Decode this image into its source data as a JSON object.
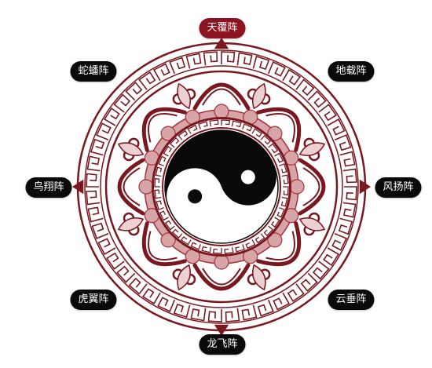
{
  "formations": {
    "top": "天覆阵",
    "top_left": "蛇蟠阵",
    "top_right": "地载阵",
    "left": "鸟翔阵",
    "right": "风扬阵",
    "bottom_left": "虎翼阵",
    "bottom_right": "云垂阵",
    "bottom": "龙飞阵"
  },
  "active_formation": "天覆阵",
  "colors": {
    "dark_red": "#7a1820",
    "mid_red": "#a4323a",
    "pink": "#d7a4a8",
    "light_pink": "#ecd0d2",
    "black": "#0a0a0a",
    "white": "#ffffff"
  },
  "icons": {
    "center": "yin-yang-icon",
    "frame": "eight-trigram-mandala"
  }
}
